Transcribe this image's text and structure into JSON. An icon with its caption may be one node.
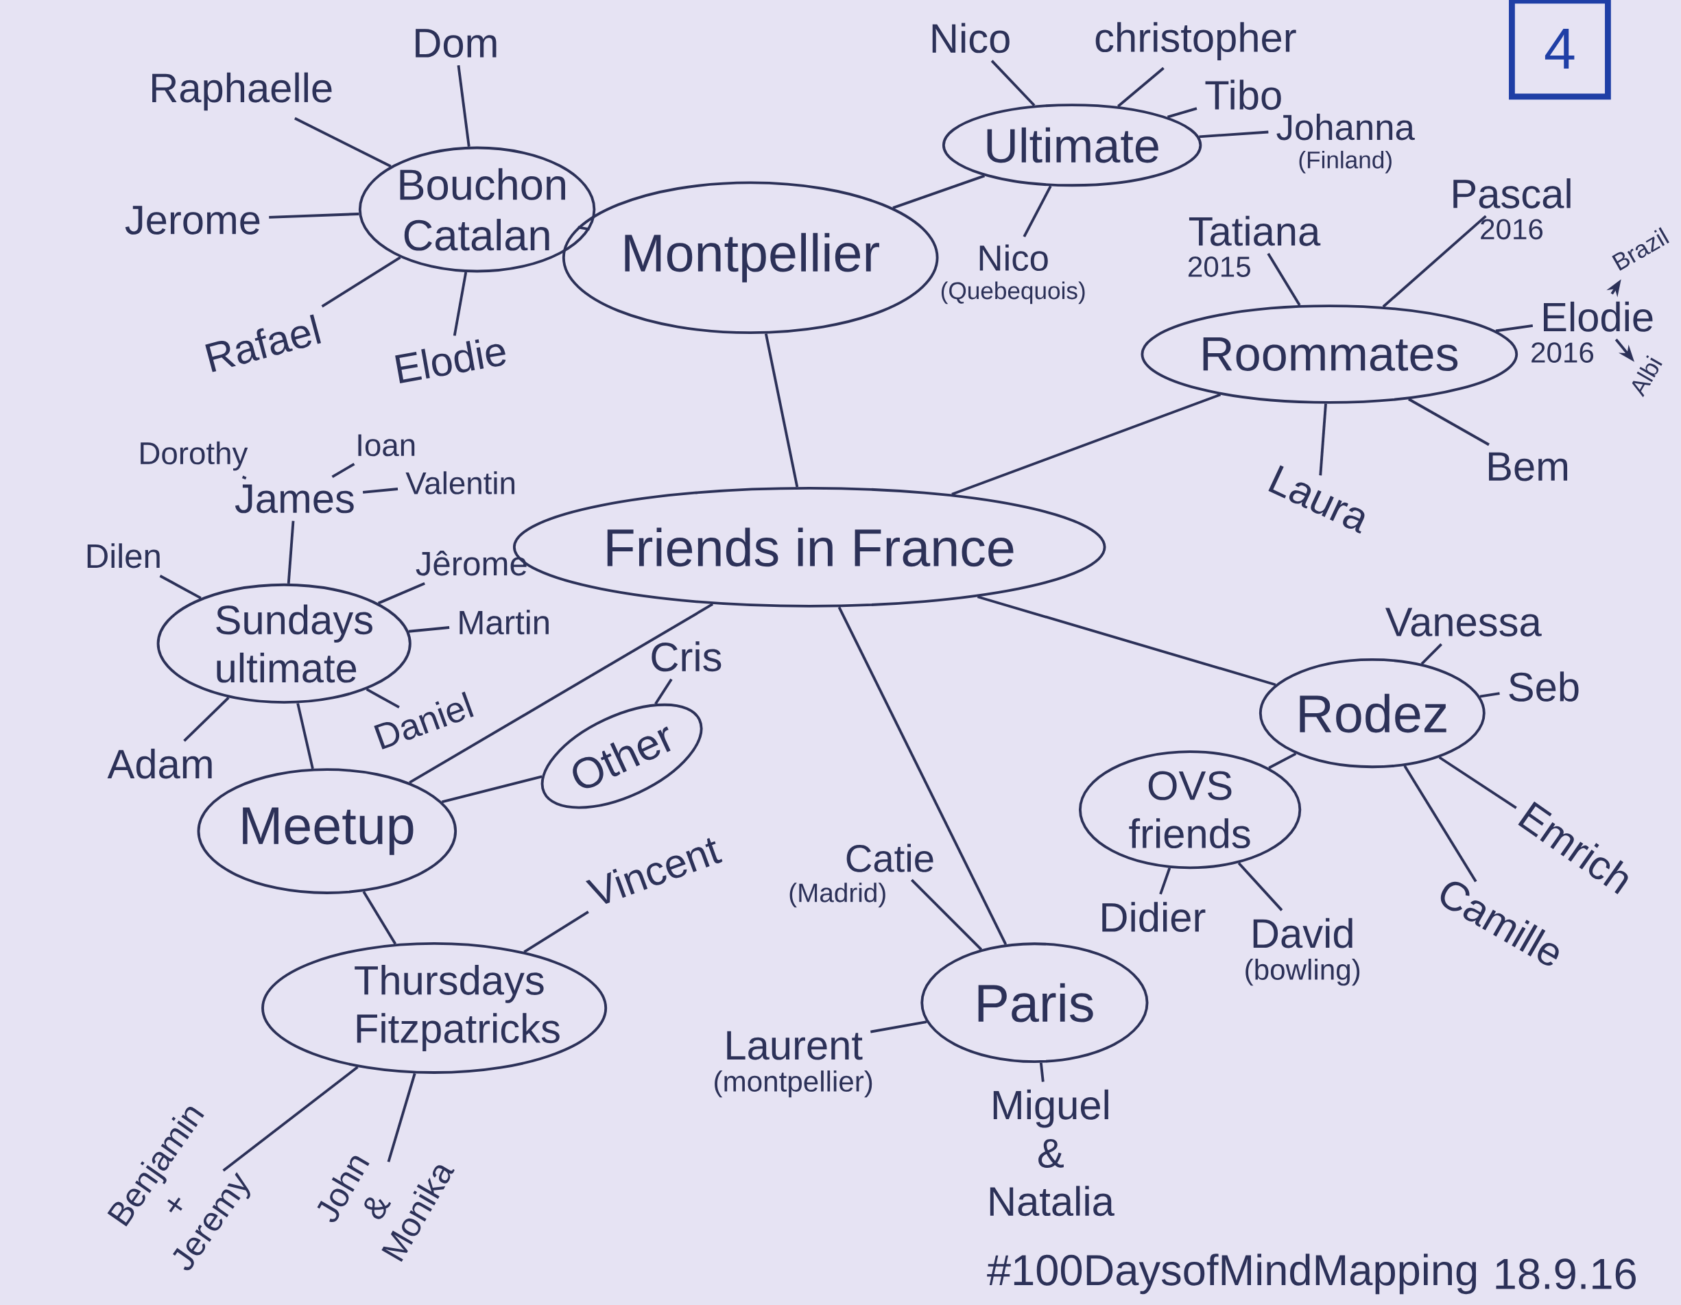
{
  "diagram": {
    "nodes": [
      {
        "text": [
          "Friends in France"
        ]
      },
      {
        "text": [
          "Montpellier"
        ]
      },
      {
        "text": [
          "Bouchon Catalan"
        ]
      },
      {
        "text": [
          "Raphaelle"
        ]
      },
      {
        "text": [
          "Dom"
        ]
      },
      {
        "text": [
          "Jerome"
        ]
      },
      {
        "text": [
          "Rafael"
        ]
      },
      {
        "text": [
          "Elodie"
        ]
      },
      {
        "text": [
          "Ultimate"
        ]
      },
      {
        "text": [
          "Nico"
        ]
      },
      {
        "text": [
          "christopher"
        ]
      },
      {
        "text": [
          "Tibo"
        ]
      },
      {
        "text": [
          "Johanna"
        ],
        "beside": [
          "(Finland)"
        ]
      },
      {
        "text": [
          "Nico"
        ],
        "beside": [
          "(Quebequois)"
        ]
      },
      {
        "text": [
          "Roommates"
        ]
      },
      {
        "text": [
          "Tatiana"
        ],
        "beside": [
          "2015"
        ]
      },
      {
        "text": [
          "Pascal"
        ],
        "beside": [
          "2016"
        ]
      },
      {
        "text": [
          "Elodie"
        ],
        "beside": [
          "2016"
        ]
      },
      {
        "text": [
          "Brazil"
        ]
      },
      {
        "text": [
          "Albi"
        ]
      },
      {
        "text": [
          "Laura"
        ]
      },
      {
        "text": [
          "Bem"
        ]
      },
      {
        "text": [
          "Rodez"
        ]
      },
      {
        "text": [
          "Vanessa"
        ]
      },
      {
        "text": [
          "Seb"
        ]
      },
      {
        "text": [
          "Emrich"
        ]
      },
      {
        "text": [
          "Camille"
        ]
      },
      {
        "text": [
          "OVS friends"
        ]
      },
      {
        "text": [
          "Didier"
        ]
      },
      {
        "text": [
          "David"
        ],
        "beside": [
          "(bowling)"
        ]
      },
      {
        "text": [
          "Paris"
        ]
      },
      {
        "text": [
          "Catie"
        ],
        "beside": [
          "(Madrid)"
        ]
      },
      {
        "text": [
          "Laurent"
        ],
        "beside": [
          "(montpellier)"
        ]
      },
      {
        "text": [
          "Miguel & Natalia"
        ]
      },
      {
        "text": [
          "Meetup"
        ]
      },
      {
        "text": [
          "Other"
        ]
      },
      {
        "text": [
          "Cris"
        ]
      },
      {
        "text": [
          "Sundays ultimate"
        ]
      },
      {
        "text": [
          "James"
        ]
      },
      {
        "text": [
          "Dorothy"
        ]
      },
      {
        "text": [
          "Ioan"
        ]
      },
      {
        "text": [
          "Valentin"
        ]
      },
      {
        "text": [
          "Dilen"
        ]
      },
      {
        "text": [
          "Jêrome"
        ]
      },
      {
        "text": [
          "Martin"
        ]
      },
      {
        "text": [
          "Adam"
        ]
      },
      {
        "text": [
          "Daniel"
        ]
      },
      {
        "text": [
          "Thursdays Fitzpatricks"
        ]
      },
      {
        "text": [
          "Vincent"
        ]
      },
      {
        "text": [
          "Benjamin + Jeremy"
        ]
      },
      {
        "text": [
          "John & Monika"
        ]
      },
      {
        "text": [
          "4"
        ]
      }
    ],
    "edges": [
      {
        "from": 0,
        "to": 1,
        "arrow": "none"
      },
      {
        "from": 0,
        "to": 14,
        "arrow": "none"
      },
      {
        "from": 0,
        "to": 22,
        "arrow": "none"
      },
      {
        "from": 0,
        "to": 30,
        "arrow": "none"
      },
      {
        "from": 0,
        "to": 34,
        "arrow": "none"
      },
      {
        "from": 1,
        "to": 2,
        "arrow": "none"
      },
      {
        "from": 1,
        "to": 8,
        "arrow": "none"
      },
      {
        "from": 2,
        "to": 3,
        "arrow": "none"
      },
      {
        "from": 2,
        "to": 4,
        "arrow": "none"
      },
      {
        "from": 2,
        "to": 5,
        "arrow": "none"
      },
      {
        "from": 2,
        "to": 6,
        "arrow": "none"
      },
      {
        "from": 2,
        "to": 7,
        "arrow": "none"
      },
      {
        "from": 8,
        "to": 9,
        "arrow": "none"
      },
      {
        "from": 8,
        "to": 10,
        "arrow": "none"
      },
      {
        "from": 8,
        "to": 11,
        "arrow": "none"
      },
      {
        "from": 8,
        "to": 12,
        "arrow": "none"
      },
      {
        "from": 8,
        "to": 13,
        "arrow": "none"
      },
      {
        "from": 14,
        "to": 15,
        "arrow": "none"
      },
      {
        "from": 14,
        "to": 16,
        "arrow": "none"
      },
      {
        "from": 14,
        "to": 17,
        "arrow": "none"
      },
      {
        "from": 17,
        "to": 18,
        "arrow": "to"
      },
      {
        "from": 17,
        "to": 19,
        "arrow": "to"
      },
      {
        "from": 14,
        "to": 20,
        "arrow": "none"
      },
      {
        "from": 14,
        "to": 21,
        "arrow": "none"
      },
      {
        "from": 22,
        "to": 23,
        "arrow": "none"
      },
      {
        "from": 22,
        "to": 24,
        "arrow": "none"
      },
      {
        "from": 22,
        "to": 25,
        "arrow": "none"
      },
      {
        "from": 22,
        "to": 26,
        "arrow": "none"
      },
      {
        "from": 22,
        "to": 27,
        "arrow": "none"
      },
      {
        "from": 27,
        "to": 28,
        "arrow": "none"
      },
      {
        "from": 27,
        "to": 29,
        "arrow": "none"
      },
      {
        "from": 30,
        "to": 31,
        "arrow": "none"
      },
      {
        "from": 30,
        "to": 32,
        "arrow": "none"
      },
      {
        "from": 30,
        "to": 33,
        "arrow": "none"
      },
      {
        "from": 34,
        "to": 35,
        "arrow": "none"
      },
      {
        "from": 35,
        "to": 36,
        "arrow": "none"
      },
      {
        "from": 34,
        "to": 37,
        "arrow": "none"
      },
      {
        "from": 37,
        "to": 38,
        "arrow": "none"
      },
      {
        "from": 38,
        "to": 39,
        "arrow": "none"
      },
      {
        "from": 38,
        "to": 40,
        "arrow": "none"
      },
      {
        "from": 38,
        "to": 41,
        "arrow": "none"
      },
      {
        "from": 37,
        "to": 42,
        "arrow": "none"
      },
      {
        "from": 37,
        "to": 43,
        "arrow": "none"
      },
      {
        "from": 37,
        "to": 44,
        "arrow": "none"
      },
      {
        "from": 37,
        "to": 45,
        "arrow": "none"
      },
      {
        "from": 37,
        "to": 46,
        "arrow": "none"
      },
      {
        "from": 34,
        "to": 47,
        "arrow": "none"
      },
      {
        "from": 47,
        "to": 48,
        "arrow": "none"
      },
      {
        "from": 47,
        "to": 49,
        "arrow": "none"
      },
      {
        "from": 47,
        "to": 50,
        "arrow": "none"
      }
    ],
    "labels": [
      "#100DaysofMindMapping",
      "18.9.16"
    ]
  }
}
